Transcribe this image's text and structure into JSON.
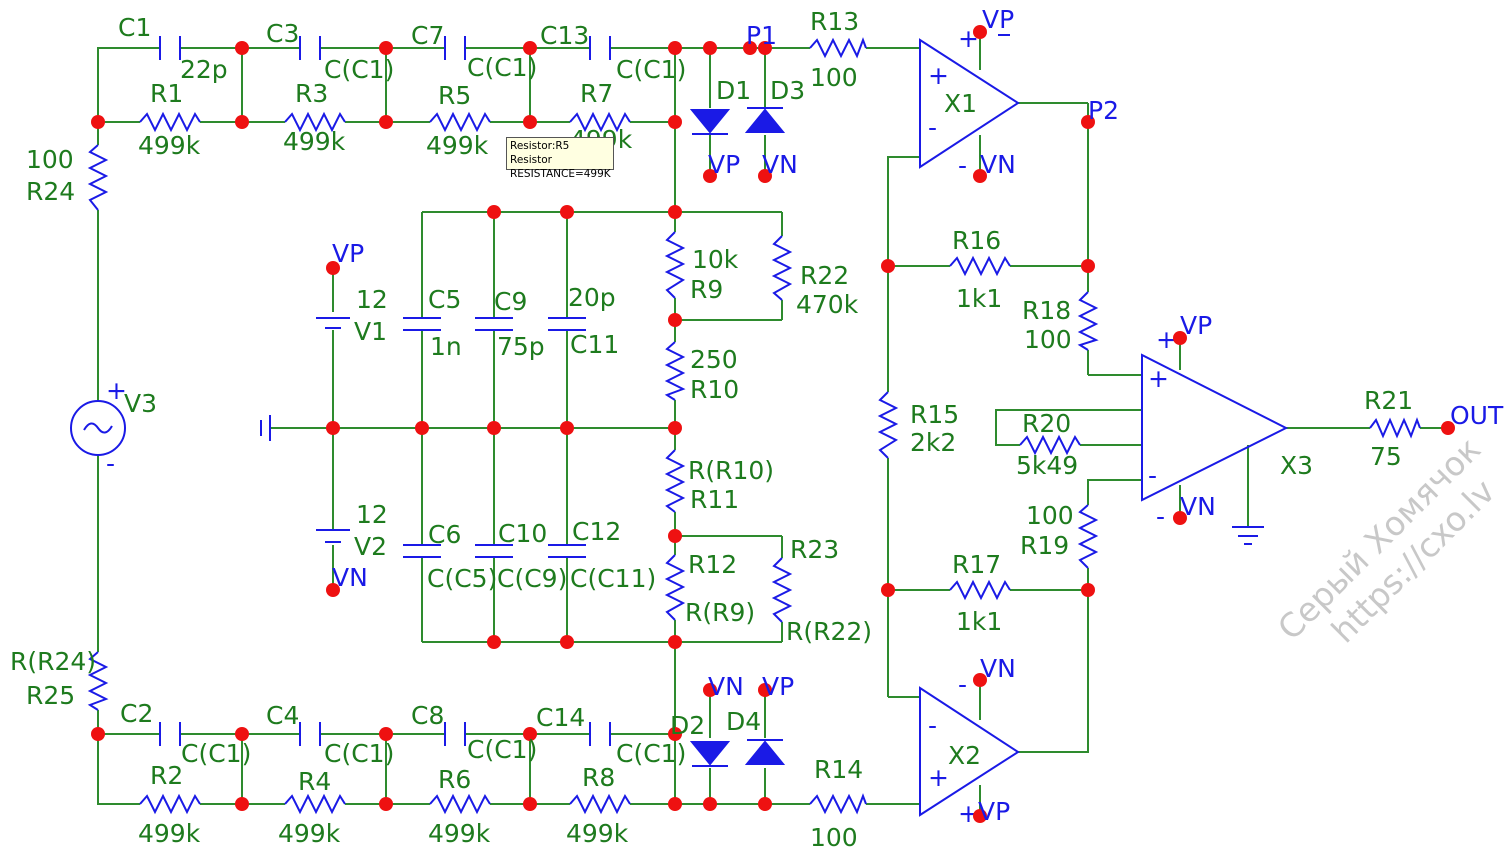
{
  "labels": {
    "C1": "C1",
    "C1v": "22p",
    "C3": "C3",
    "C3v": "C(C1)",
    "C7": "C7",
    "C7v": "C(C1)",
    "C13": "C13",
    "C13v": "C(C1)",
    "R1": "R1",
    "R1v": "499k",
    "R3": "R3",
    "R3v": "499k",
    "R5": "R5",
    "R5v": "499k",
    "R7": "R7",
    "R7v": "499k",
    "R24v": "100",
    "R24": "R24",
    "V3": "V3",
    "plus": "+",
    "minus": "-",
    "D1": "D1",
    "D3": "D3",
    "R13": "R13",
    "R13v": "100",
    "VP1": "VP",
    "V1": "V1",
    "V1v": "12",
    "C5": "C5",
    "C5v": "1n",
    "C9": "C9",
    "C9v": "75p",
    "C11v": "20p",
    "C11": "C11",
    "R9v": "10k",
    "R9": "R9",
    "R22": "R22",
    "R22v": "470k",
    "R10v": "250",
    "R10": "R10",
    "R11v": "R(R10)",
    "R11": "R11",
    "R12": "R12",
    "R12v": "R(R9)",
    "R23": "R23",
    "R23v": "R(R22)",
    "V2v": "12",
    "V2": "V2",
    "C6": "C6",
    "C6v": "C(C5)",
    "C10": "C10",
    "C10v": "C(C9)",
    "C12": "C12",
    "C12v": "C(C11)",
    "R25v": "R(R24)",
    "R25": "R25",
    "C2": "C2",
    "C2v": "C(C1)",
    "C4": "C4",
    "C4v": "C(C1)",
    "C8": "C8",
    "C8v": "C(C1)",
    "C14": "C14",
    "C14v": "C(C1)",
    "R2": "R2",
    "R2v": "499k",
    "R4": "R4",
    "R4v": "499k",
    "R6": "R6",
    "R6v": "499k",
    "R8": "R8",
    "R8v": "499k",
    "D2": "D2",
    "D4": "D4",
    "R14": "R14",
    "R14v": "100",
    "X1": "X1",
    "X2": "X2",
    "X3": "X3",
    "R16": "R16",
    "R16v": "1k1",
    "R17": "R17",
    "R17v": "1k1",
    "R18": "R18",
    "R18v": "100",
    "R19": "R19",
    "R19v": "100",
    "R15": "R15",
    "R15v": "2k2",
    "R20": "R20",
    "R20v": "5k49",
    "R21": "R21",
    "R21v": "75"
  },
  "nets": {
    "P1": "P1",
    "P2": "P2",
    "VP": "VP",
    "VN": "VN",
    "OUT": "OUT"
  },
  "tooltip": {
    "line1": "Resistor:R5 Resistor",
    "line2": "RESISTANCE=499K"
  },
  "watermark": {
    "line1": "Серый Хомячок",
    "line2": "https://cxo.lv"
  },
  "colors": {
    "wire": "#2e8b2e",
    "component": "#1a1ae6",
    "node": "#ee1111",
    "label": "#1e7b1e"
  }
}
